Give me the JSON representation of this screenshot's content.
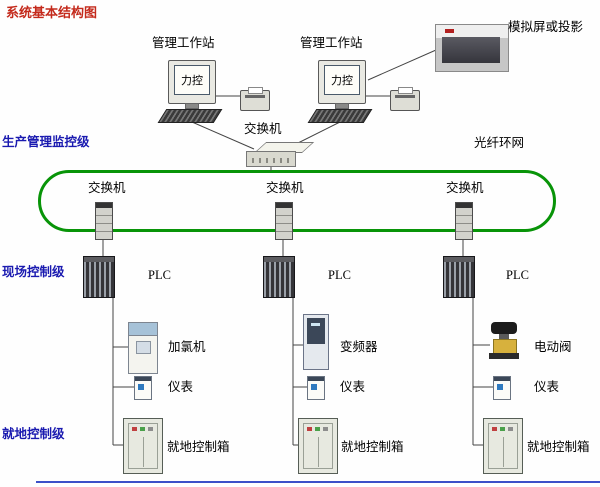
{
  "title": "系统基本结构图",
  "levels": {
    "production": "生产管理监控级",
    "field": "现场控制级",
    "local": "就地控制级"
  },
  "management": {
    "ws1_label": "管理工作站",
    "ws2_label": "管理工作站",
    "ws1_screen": "力控",
    "ws2_screen": "力控",
    "projector_label": "模拟屏或投影",
    "switch_label": "交换机",
    "fiber_label": "光纤环网"
  },
  "ring": {
    "switches": [
      {
        "label": "交换机"
      },
      {
        "label": "交换机"
      },
      {
        "label": "交换机"
      }
    ]
  },
  "field_level": {
    "plcs": [
      {
        "label": "PLC"
      },
      {
        "label": "PLC"
      },
      {
        "label": "PLC"
      }
    ]
  },
  "branches": [
    {
      "device1": "加氯机",
      "device2": "仪表",
      "cabinet": "就地控制箱"
    },
    {
      "device1": "变频器",
      "device2": "仪表",
      "cabinet": "就地控制箱"
    },
    {
      "device1": "电动阀",
      "device2": "仪表",
      "cabinet": "就地控制箱"
    }
  ],
  "colors": {
    "ring_green": "#089408",
    "title_red": "#c42a1c",
    "level_blue": "#1a1ab0"
  }
}
